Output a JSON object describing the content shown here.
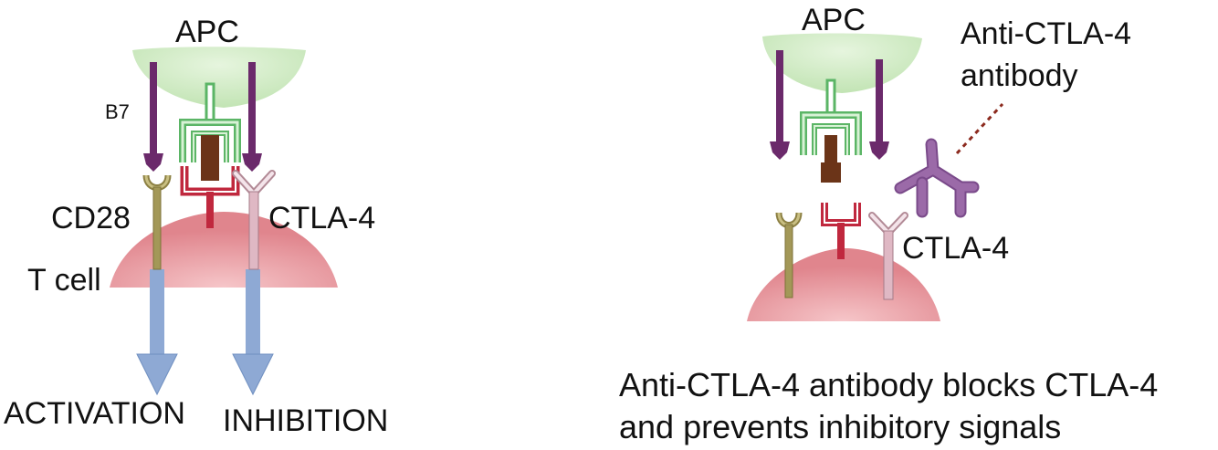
{
  "left_panel": {
    "apc_label": "APC",
    "b7_label": "B7",
    "cd28_label": "CD28",
    "ctla4_label": "CTLA-4",
    "tcell_label": "T cell",
    "activation_label": "ACTIVATION",
    "inhibition_label": "INHIBITION"
  },
  "right_panel": {
    "apc_label": "APC",
    "antibody_label_line1": "Anti-CTLA-4",
    "antibody_label_line2": "antibody",
    "ctla4_label": "CTLA-4",
    "caption_line1": "Anti-CTLA-4 antibody blocks CTLA-4",
    "caption_line2": "and prevents inhibitory signals"
  },
  "colors": {
    "apc_cell": "#cdeac0",
    "t_cell": "#e58f96",
    "b7": "#6b2a6b",
    "cd28": "#a39858",
    "tcr": "#c0283e",
    "mhc": "#7ccf86",
    "peptide": "#6b3418",
    "ctla4": "#dfb8c4",
    "antibody": "#9b6aa8",
    "signal_arrow": "#8ea9d4",
    "dotted_line": "#8c2a1e"
  }
}
